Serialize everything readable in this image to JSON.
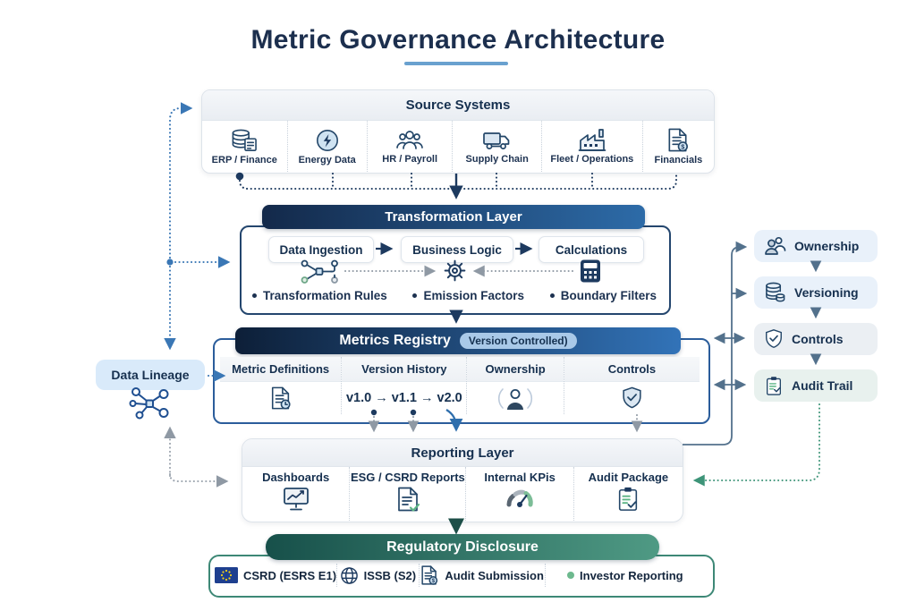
{
  "title": {
    "text": "Metric Governance Architecture"
  },
  "colors": {
    "navy": "#1c2f4e",
    "header_gradient_blue": [
      "#13294a",
      "#2d6ba8"
    ],
    "registry_gradient": [
      "#0d1f38",
      "#3273b8"
    ],
    "teal_gradient": [
      "#17504a",
      "#4f9a84"
    ],
    "badge_bg": "#a9c9e8",
    "underline": "#69a1cf",
    "lineage_bg": "#d9eafa",
    "green_accent": "#5cb585"
  },
  "source_systems": {
    "title": "Source Systems",
    "items": [
      {
        "label": "ERP / Finance",
        "icon": "database-doc-icon"
      },
      {
        "label": "Energy Data",
        "icon": "lightning-icon"
      },
      {
        "label": "HR / Payroll",
        "icon": "people-icon"
      },
      {
        "label": "Supply Chain",
        "icon": "truck-icon"
      },
      {
        "label": "Fleet / Operations",
        "icon": "factory-icon"
      },
      {
        "label": "Financials",
        "icon": "document-dollar-icon"
      }
    ]
  },
  "transformation_layer": {
    "title": "Transformation Layer",
    "steps": [
      "Data Ingestion",
      "Business Logic",
      "Calculations"
    ],
    "bullets": [
      "Transformation Rules",
      "Emission Factors",
      "Boundary Filters"
    ]
  },
  "metrics_registry": {
    "title": "Metrics Registry",
    "badge": "Version Controlled)",
    "columns": [
      "Metric Definitions",
      "Version History",
      "Ownership",
      "Controls"
    ],
    "version_history": "v1.0 → v1.1 → v2.0"
  },
  "data_lineage": {
    "label": "Data Lineage"
  },
  "reporting_layer": {
    "title": "Reporting Layer",
    "items": [
      {
        "label": "Dashboards",
        "icon": "monitor-chart-icon"
      },
      {
        "label": "ESG / CSRD Reports",
        "icon": "document-check-icon"
      },
      {
        "label": "Internal KPis",
        "icon": "gauge-icon"
      },
      {
        "label": "Audit Package",
        "icon": "clipboard-check-icon"
      }
    ]
  },
  "regulatory_disclosure": {
    "title": "Regulatory Disclosure",
    "items": [
      {
        "label": "CSRD (ESRS E1)",
        "icon": "eu-flag-icon"
      },
      {
        "label": "ISSB (S2)",
        "icon": "globe-icon"
      },
      {
        "label": "Audit Submission",
        "icon": "document-dollar-icon"
      },
      {
        "label": "Investor Reporting",
        "icon": "green-dot-icon"
      }
    ]
  },
  "governance_sidebar": {
    "items": [
      {
        "label": "Ownership",
        "icon": "people-pair-icon"
      },
      {
        "label": "Versioning",
        "icon": "database-stack-icon"
      },
      {
        "label": "Controls",
        "icon": "shield-check-icon"
      },
      {
        "label": "Audit Trail",
        "icon": "clipboard-list-icon"
      }
    ]
  }
}
